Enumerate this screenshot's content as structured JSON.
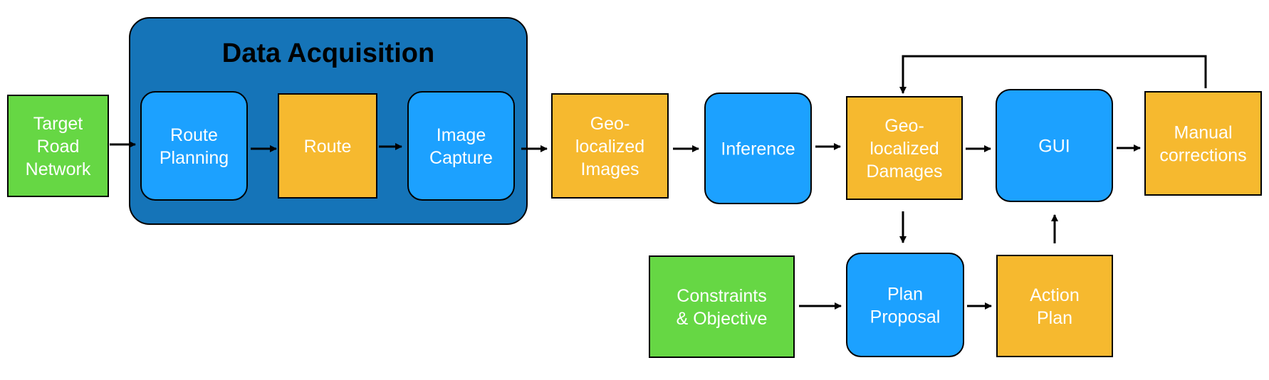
{
  "title": "Data Acquisition",
  "colors": {
    "input": "#66D744",
    "data": "#F6B92F",
    "process": "#1CA1FF",
    "group": "#1574B8",
    "stroke": "#000000",
    "text": "#FFFFFF"
  },
  "nodes": [
    {
      "id": "target-road-network",
      "kind": "input",
      "lines": [
        "Target",
        "Road",
        "Network"
      ]
    },
    {
      "id": "route-planning",
      "kind": "process",
      "lines": [
        "Route",
        "Planning"
      ]
    },
    {
      "id": "route",
      "kind": "data",
      "lines": [
        "Route"
      ]
    },
    {
      "id": "image-capture",
      "kind": "process",
      "lines": [
        "Image",
        "Capture"
      ]
    },
    {
      "id": "geo-localized-images",
      "kind": "data",
      "lines": [
        "Geo-",
        "localized",
        "Images"
      ]
    },
    {
      "id": "inference",
      "kind": "process",
      "lines": [
        "Inference"
      ]
    },
    {
      "id": "geo-localized-damages",
      "kind": "data",
      "lines": [
        "Geo-",
        "localized",
        "Damages"
      ]
    },
    {
      "id": "gui",
      "kind": "process",
      "lines": [
        "GUI"
      ]
    },
    {
      "id": "manual-corrections",
      "kind": "data",
      "lines": [
        "Manual",
        "corrections"
      ]
    },
    {
      "id": "constraints-objective",
      "kind": "input",
      "lines": [
        "Constraints",
        "& Objective"
      ]
    },
    {
      "id": "plan-proposal",
      "kind": "process",
      "lines": [
        "Plan",
        "Proposal"
      ]
    },
    {
      "id": "action-plan",
      "kind": "data",
      "lines": [
        "Action",
        "Plan"
      ]
    }
  ],
  "edges": [
    {
      "from": "target-road-network",
      "to": "route-planning"
    },
    {
      "from": "route-planning",
      "to": "route"
    },
    {
      "from": "route",
      "to": "image-capture"
    },
    {
      "from": "image-capture",
      "to": "geo-localized-images"
    },
    {
      "from": "geo-localized-images",
      "to": "inference"
    },
    {
      "from": "inference",
      "to": "geo-localized-damages"
    },
    {
      "from": "geo-localized-damages",
      "to": "gui"
    },
    {
      "from": "gui",
      "to": "manual-corrections"
    },
    {
      "from": "manual-corrections",
      "to": "geo-localized-damages"
    },
    {
      "from": "geo-localized-damages",
      "to": "plan-proposal"
    },
    {
      "from": "constraints-objective",
      "to": "plan-proposal"
    },
    {
      "from": "plan-proposal",
      "to": "action-plan"
    },
    {
      "from": "action-plan",
      "to": "gui"
    }
  ]
}
